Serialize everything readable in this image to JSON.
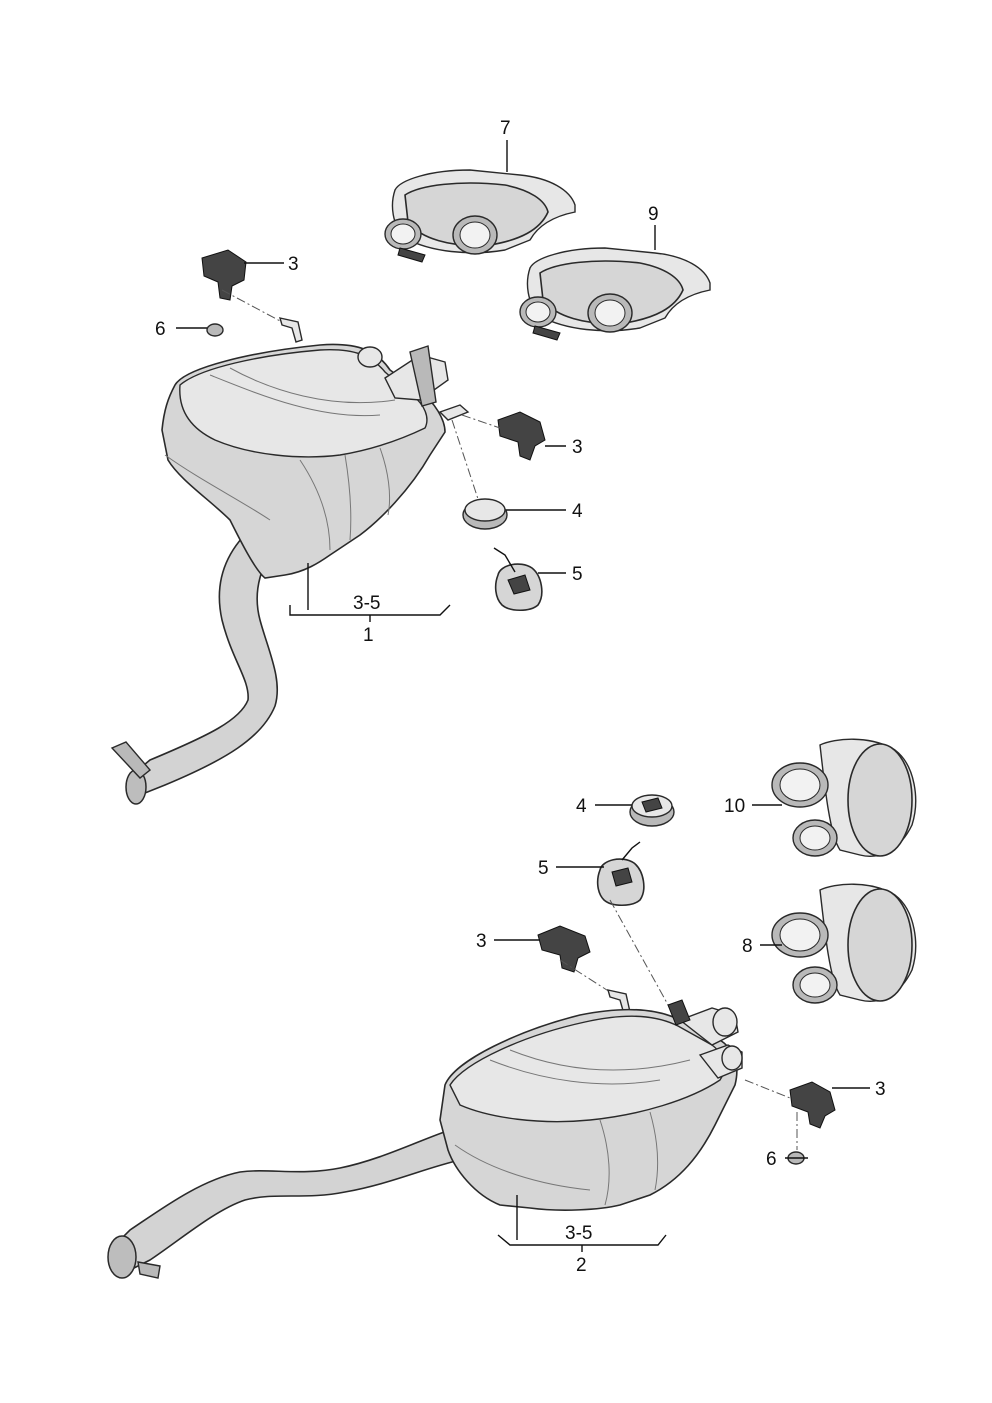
{
  "labels": {
    "part_1": "1",
    "part_2": "2",
    "part_3a": "3",
    "part_3b": "3",
    "part_3c": "3",
    "part_3d": "3",
    "part_4a": "4",
    "part_4b": "4",
    "part_5a": "5",
    "part_5b": "5",
    "part_6a": "6",
    "part_6b": "6",
    "part_7": "7",
    "part_8": "8",
    "part_9": "9",
    "part_10": "10",
    "range_1": "3-5",
    "range_2": "3-5"
  }
}
